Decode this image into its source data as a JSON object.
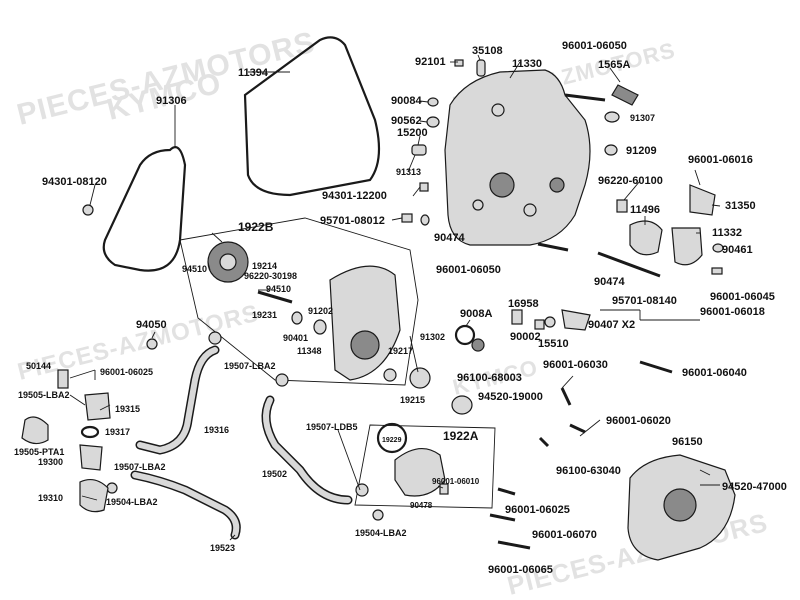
{
  "watermark": {
    "line1": "PIECES-AZMOTORS",
    "line2": "KYMCO"
  },
  "parts": {
    "p11394": "11394",
    "p91306": "91306",
    "p94301_08120": "94301-08120",
    "p92101": "92101",
    "p35108": "35108",
    "p11330": "11330",
    "p96001_06050_top": "96001-06050",
    "p1565A": "1565A",
    "p90084": "90084",
    "p90562": "90562",
    "p15200": "15200",
    "p91307": "91307",
    "p91209": "91209",
    "p91313": "91313",
    "p96001_06016": "96001-06016",
    "p96220_60100": "96220-60100",
    "p31350": "31350",
    "p94301_12200": "94301-12200",
    "p11496": "11496",
    "p95701_08012": "95701-08012",
    "p90474_a": "90474",
    "p11332": "11332",
    "p1922B": "1922B",
    "p90461": "90461",
    "p94510_a": "94510",
    "p19214": "19214",
    "p96220_30198": "96220-30198",
    "p96001_06050_mid": "96001-06050",
    "p94510_b": "94510",
    "p90474_b": "90474",
    "p96001_06045": "96001-06045",
    "p91202": "91202",
    "p19231": "19231",
    "p95701_08140": "95701-08140",
    "p16958": "16958",
    "p9008A": "9008A",
    "p94050": "94050",
    "p90401": "90401",
    "p90407x2": "90407 X2",
    "p96001_06018": "96001-06018",
    "p90002": "90002",
    "p91302": "91302",
    "p11348": "11348",
    "p19217": "19217",
    "p15510": "15510",
    "p50144": "50144",
    "p19507_LBA2_a": "19507-LBA2",
    "p96001_06025_a": "96001-06025",
    "p96100_68003": "96100-68003",
    "p96001_06030": "96001-06030",
    "p96001_06040": "96001-06040",
    "p19505_LBA2": "19505-LBA2",
    "p19215": "19215",
    "p19315": "19315",
    "p94520_19000": "94520-19000",
    "p96001_06020": "96001-06020",
    "p19316": "19316",
    "p19317": "19317",
    "p19507_LDB5": "19507-LDB5",
    "p19229": "19229",
    "p1922A": "1922A",
    "p19505_PTA1": "19505-PTA1",
    "p19300": "19300",
    "p19507_LBA2_b": "19507-LBA2",
    "p96150": "96150",
    "p96100_63040": "96100-63040",
    "p94520_47000": "94520-47000",
    "p19502": "19502",
    "p96001_06010": "96001-06010",
    "p19310": "19310",
    "p19504_LBA2_a": "19504-LBA2",
    "p90478": "90478",
    "p96001_06025_b": "96001-06025",
    "p19504_LBA2_b": "19504-LBA2",
    "p96001_06070": "96001-06070",
    "p19523": "19523",
    "p96001_06065": "96001-06065"
  }
}
